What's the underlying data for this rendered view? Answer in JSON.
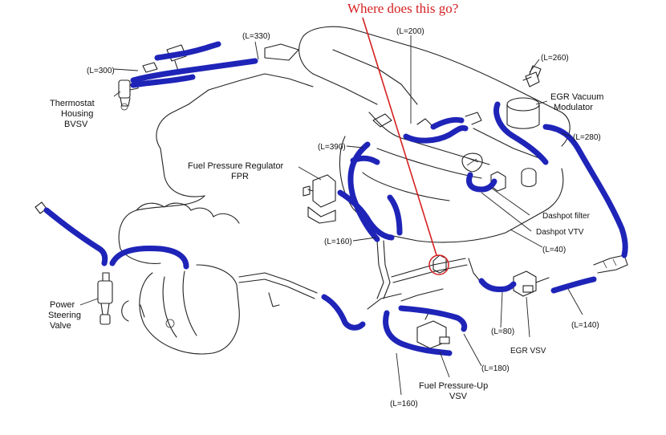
{
  "question": "Where does this go?",
  "colors": {
    "hose": "#1f24b8",
    "question": "#d62020",
    "line": "#222222"
  },
  "lengths": {
    "l330": "(L=330)",
    "l300": "(L=300)",
    "l200": "(L=200)",
    "l260": "(L=260)",
    "l280": "(L=280)",
    "l390": "(L=390)",
    "l160a": "(L=160)",
    "l40": "(L=40)",
    "l80": "(L=80)",
    "l140": "(L=140)",
    "l180": "(L=180)",
    "l160b": "(L=160)"
  },
  "labels": {
    "thermostat": [
      "Thermostat",
      "Housing",
      "BVSV"
    ],
    "egr_modulator": [
      "EGR Vacuum",
      "Modulator"
    ],
    "fpr": [
      "Fuel Pressure Regulator",
      "FPR"
    ],
    "dashpot_filter": "Dashpot filter",
    "dashpot_vtv": "Dashpot VTV",
    "power_steering": [
      "Power",
      "Steering",
      "Valve"
    ],
    "egr_vsv": "EGR VSV",
    "fuel_pressure_up": [
      "Fuel Pressure-Up",
      "VSV"
    ]
  }
}
